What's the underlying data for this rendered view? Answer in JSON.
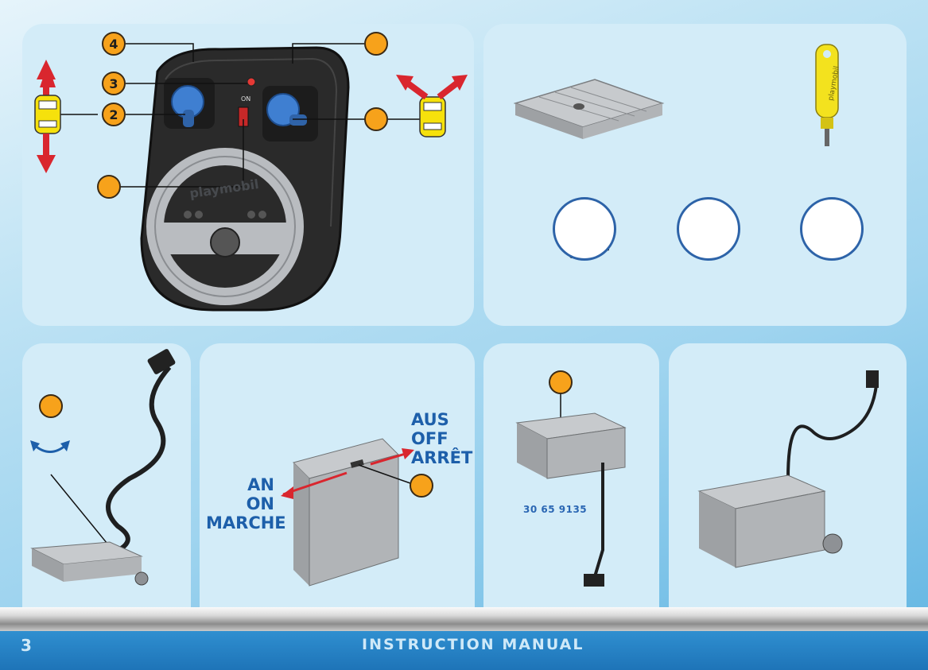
{
  "remote_panel": {
    "callouts": [
      "4",
      "3",
      "2",
      "",
      ""
    ],
    "switch_on_label": "ON",
    "brand": "playmobil"
  },
  "parts_panel": {
    "key_brand": "playmobil"
  },
  "battery_panel": {
    "label_off": [
      "AUS",
      "OFF",
      "ARRÊT"
    ],
    "label_on": [
      "AN",
      "ON",
      "MARCHE"
    ]
  },
  "motor_panel": {
    "part_number": "30 65 9135"
  },
  "footer": {
    "page_number": "3",
    "title": "INSTRUCTION MANUAL"
  },
  "colors": {
    "callout": "#f7a21b",
    "label_blue": "#1d5faa",
    "arrow_red": "#d9262e",
    "panel_bg": "#d3ecf8"
  }
}
